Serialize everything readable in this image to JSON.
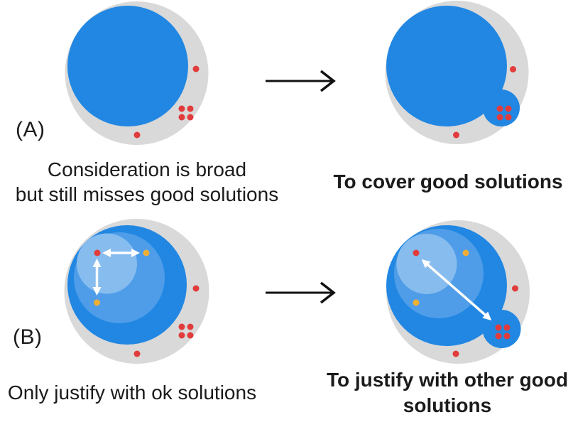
{
  "panels": {
    "a": {
      "label": "(A)",
      "before_caption": [
        "Consideration is broad",
        "but still misses good solutions"
      ],
      "after_caption": [
        "To cover good solutions"
      ]
    },
    "b": {
      "label": "(B)",
      "before_caption": [
        "Only justify with ok solutions"
      ],
      "after_caption": [
        "To justify with other good",
        "solutions"
      ]
    }
  },
  "icons": {
    "transition_arrow": "right-arrow",
    "distance_arrow": "double-headed-arrow"
  },
  "colors": {
    "background": "#ffffff",
    "solution_space_gray": "#d9d9d9",
    "consideration_blue": "#2187e2",
    "consideration_blue_medium": "#4f9de8",
    "consideration_blue_light": "#87bcee",
    "good_solution_red": "#e23b3b",
    "ok_solution_yellow": "#f2af34",
    "transition_arrow_black": "#111111",
    "distance_arrow_white": "#ffffff",
    "text": "#1b1b1b"
  }
}
